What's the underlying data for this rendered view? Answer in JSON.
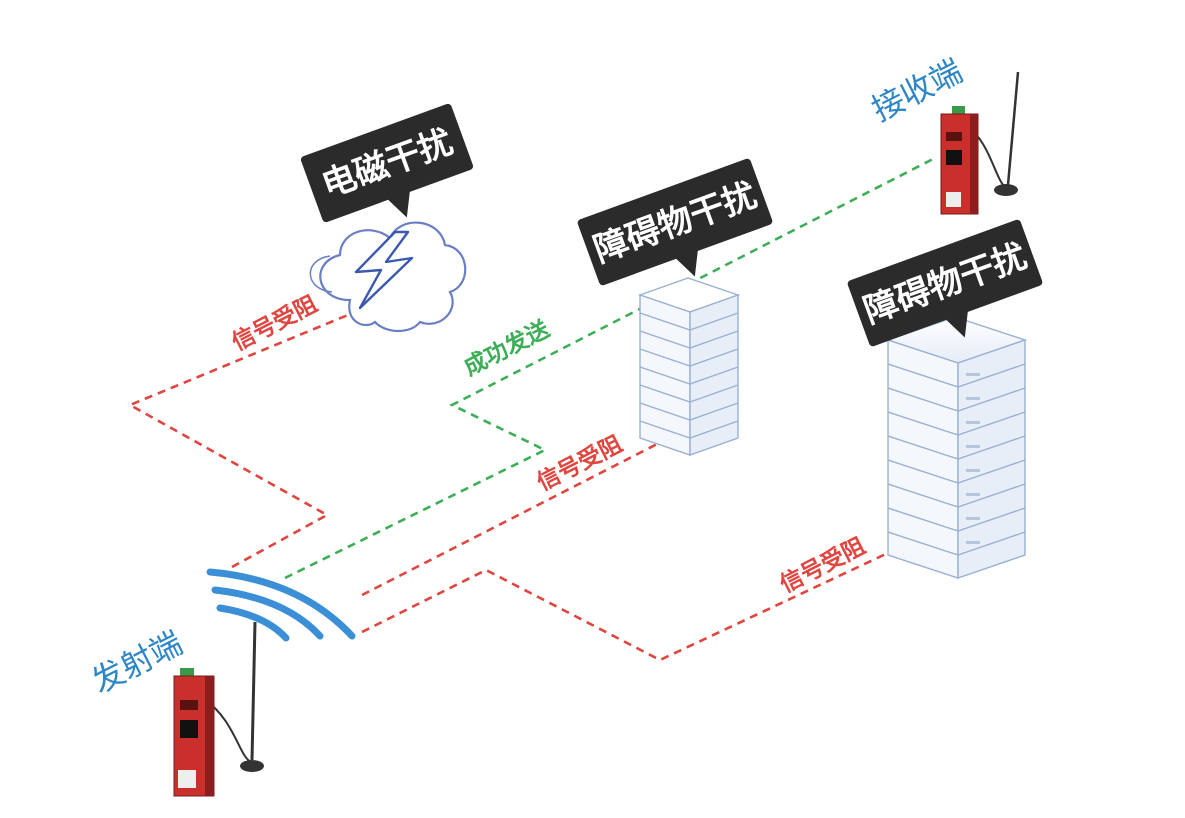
{
  "labels": {
    "transmitter": "发射端",
    "receiver": "接收端",
    "em_interference": "电磁干扰",
    "obstacle_1": "障碍物干扰",
    "obstacle_2": "障碍物干扰",
    "blocked_1": "信号受阻",
    "blocked_2": "信号受阻",
    "blocked_3": "信号受阻",
    "success": "成功发送"
  },
  "colors": {
    "blocked": "#e0453f",
    "success": "#3dae57",
    "device_label": "#2f86c6",
    "callout_bg": "#2b2b2b",
    "callout_text": "#ffffff",
    "wave": "#3b8fd6",
    "device_body": "#c9302c"
  },
  "icons": {
    "transmitter": "router-icon",
    "receiver": "router-icon",
    "em": "lightning-cloud-icon",
    "obstacle": "building-icon",
    "signal": "wifi-wave-icon"
  }
}
